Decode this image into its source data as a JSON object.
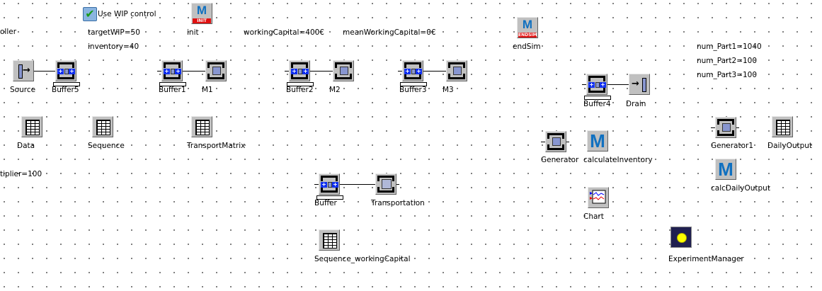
{
  "frame": {
    "checkbox": {
      "label": "Use WIP control",
      "checked": true
    },
    "variables": {
      "controller": "oller",
      "targetWIP": "targetWIP=50",
      "inventory": "inventory=40",
      "workingCapital": "workingCapital=400€",
      "meanWorkingCapital": "meanWorkingCapital=0€",
      "num_Part1": "num_Part1=1040",
      "num_Part2": "num_Part2=100",
      "num_Part3": "num_Part3=100",
      "multiplier": "tiplier=100"
    },
    "objects": {
      "source": "Source",
      "buffer5": "Buffer5",
      "buffer1": "Buffer1",
      "m1": "M1",
      "buffer2": "Buffer2",
      "m2": "M2",
      "buffer3": "Buffer3",
      "m3": "M3",
      "buffer4": "Buffer4",
      "drain": "Drain",
      "data": "Data",
      "sequence": "Sequence",
      "transportMatrix": "TransportMatrix",
      "init": "init",
      "init_tag": "INIT",
      "endSim": "endSim",
      "endSim_tag": "ENDSIM",
      "generator": "Generator",
      "calculateInventory": "calculateInventory",
      "generator1": "Generator1",
      "dailyOutput": "DailyOutput",
      "calcDailyOutput": "calcDailyOutput",
      "chart": "Chart",
      "buffer": "Buffer",
      "transportation": "Transportation",
      "sequenceWC": "Sequence_workingCapital",
      "experimentManager": "ExperimentManager",
      "method_glyph": "M"
    }
  }
}
